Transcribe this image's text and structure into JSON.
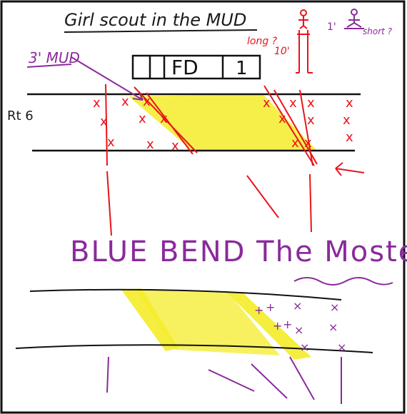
{
  "title": "Girl scout in the MUD",
  "box_label": "FD",
  "box_suffix": "1",
  "mud_label": "3' MUD",
  "road_label": "Rt 6",
  "long_note": "long ?",
  "height_note": "10'",
  "short_prefix": "1'",
  "short_note": "short ?",
  "bottom_title": "BLUE BEND The Mostest",
  "colors": {
    "ink": "#1a1a1a",
    "red": "#e8141a",
    "purple": "#8a2a9c",
    "yellow": "#f4ec2a"
  }
}
